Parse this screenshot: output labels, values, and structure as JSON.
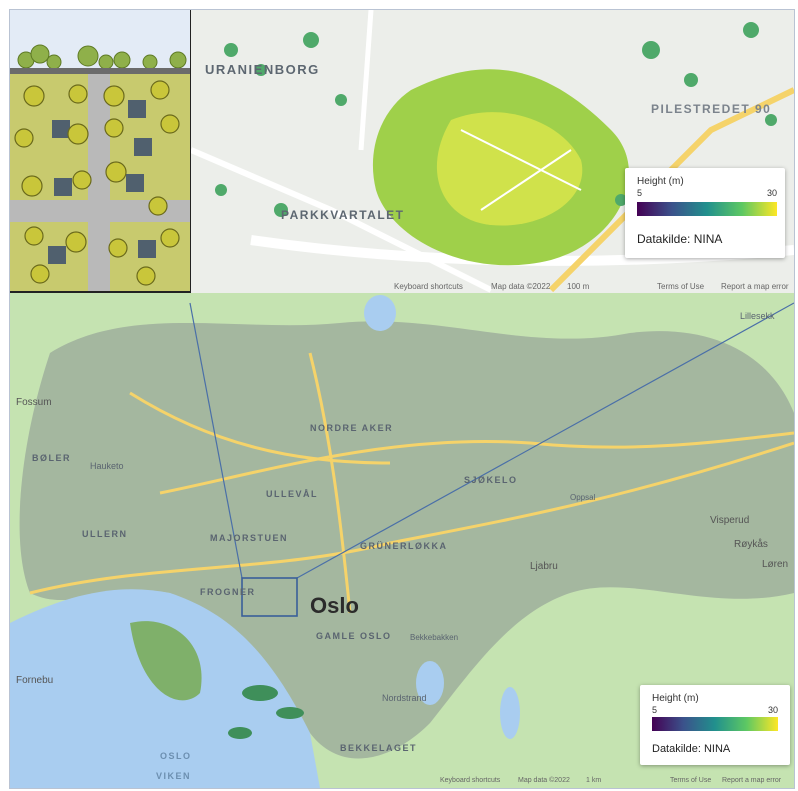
{
  "inset_map": {
    "districts": [
      "URANIENBORG",
      "PILESTREDET 90",
      "PARKKVARTALET"
    ],
    "legend": {
      "title": "Height (m)",
      "min": "5",
      "max": "30",
      "source": "Datakilde: NINA"
    },
    "attribution": [
      "Keyboard shortcuts",
      "Map data ©2022",
      "100 m",
      "Terms of Use",
      "Report a map error"
    ]
  },
  "city_map": {
    "city_label": "Oslo",
    "places": [
      "Fossum",
      "BØLER",
      "Hauketo",
      "NORDRE AKER",
      "ULLEVÅL",
      "SJØKELO",
      "ULLERN",
      "MAJORSTUEN",
      "GRÜNERLØKKA",
      "FROGNER",
      "GAMLE OSLO",
      "Fornebu",
      "Visperud",
      "Røykås",
      "Løren",
      "Ljabru",
      "BEKKELAGET",
      "OSLO",
      "VIKEN",
      "Lillesekk",
      "Nordstrand",
      "Bekkebakken",
      "Oppsal"
    ],
    "legend": {
      "title": "Height (m)",
      "min": "5",
      "max": "30",
      "source": "Datakilde: NINA"
    },
    "attribution": [
      "Keyboard shortcuts",
      "Map data ©2022",
      "1 km",
      "Terms of Use",
      "Report a map error"
    ]
  },
  "colors": {
    "water": "#a9cdf0",
    "land": "#e6e9e4",
    "park": "#c7e5b4",
    "road": "#f7d774",
    "canopy_low": "#1f6f5e",
    "canopy_high": "#e8e23a"
  }
}
